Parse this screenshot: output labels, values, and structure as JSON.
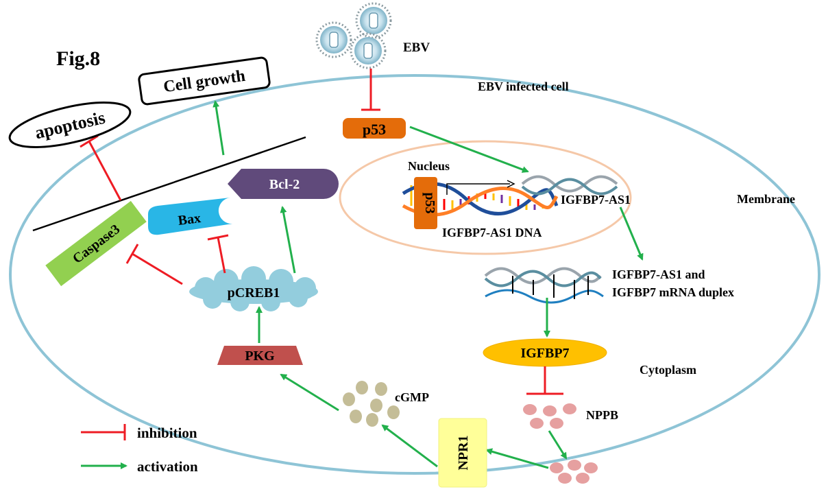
{
  "figure_label": "Fig.8",
  "virus_label": "EBV",
  "cell_label": "EBV infected cell",
  "membrane_label": "Membrane",
  "cytoplasm_label": "Cytoplasm",
  "nucleus_label": "Nucleus",
  "outcomes": {
    "apoptosis": "apoptosis",
    "cell_growth": "Cell growth"
  },
  "proteins": {
    "p53": "p53",
    "p53_bound": "p53",
    "bcl2": "Bcl-2",
    "bax": "Bax",
    "caspase3": "Caspase3",
    "pcreb1": "pCREB1",
    "pkg": "PKG",
    "igfbp7": "IGFBP7",
    "npr1": "NPR1"
  },
  "molecules": {
    "igfbp7_as1": "IGFBP7-AS1",
    "igfbp7_as1_dna": "IGFBP7-AS1 DNA",
    "duplex_line1": "IGFBP7-AS1 and",
    "duplex_line2": "IGFBP7 mRNA duplex",
    "cgmp": "cGMP",
    "nppb": "NPPB"
  },
  "legend": {
    "inhibition": "inhibition",
    "activation": "activation"
  },
  "colors": {
    "activation": "#22b04c",
    "inhibition": "#ee1c24",
    "membrane": "#8ec4d6",
    "nucleus": "#f5c8a8",
    "p53": "#e46c0a",
    "bcl2": "#604a7b",
    "bax": "#29b6e6",
    "caspase3": "#92d050",
    "pcreb1": "#93cddd",
    "pkg": "#c0504d",
    "igfbp7": "#ffc000",
    "npr1": "#ffff99",
    "cgmp": "#c4bd97",
    "nppb": "#e6a0a0"
  }
}
